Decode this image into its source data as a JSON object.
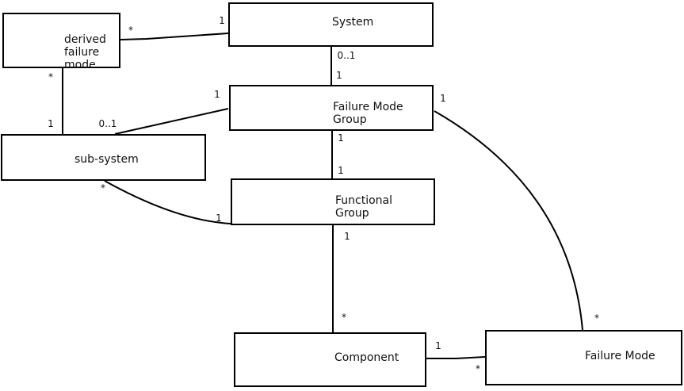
{
  "diagram": {
    "nodes": {
      "derived_failure_mode": "derived\nfailure\nmode",
      "system": "System",
      "failure_mode_group": "Failure Mode\nGroup",
      "sub_system": "sub-system",
      "functional_group": "Functional\nGroup",
      "component": "Component",
      "failure_mode": "Failure Mode"
    },
    "multiplicities": {
      "dfm_system_star": "*",
      "dfm_system_one": "1",
      "dfm_subsystem_star": "*",
      "dfm_subsystem_one": "1",
      "subsystem_fmg_zeroone": "0..1",
      "subsystem_fmg_one": "1",
      "system_fmg_zeroone": "0..1",
      "system_fmg_one": "1",
      "fmg_fg_one_top": "1",
      "fmg_fg_one_bottom": "1",
      "fg_component_one": "1",
      "fg_component_star": "*",
      "component_fm_one": "1",
      "component_fm_star": "*",
      "fmg_fm_one": "1",
      "fmg_fm_star": "*",
      "subsystem_fg_star": "*",
      "subsystem_fg_one": "1"
    },
    "colors": {
      "line": "#000000",
      "background": "#ffffff",
      "text": "#111111"
    }
  }
}
